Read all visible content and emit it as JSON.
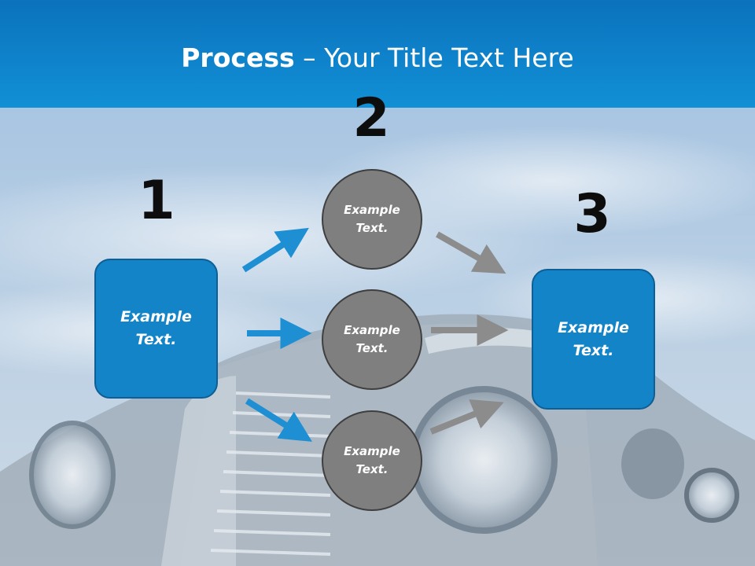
{
  "title": {
    "bold": "Process",
    "separator": " – ",
    "rest": "Your Title Text Here"
  },
  "steps": [
    {
      "number": "1",
      "label": "Example\nText."
    },
    {
      "number": "2",
      "label": ""
    },
    {
      "number": "3",
      "label": "Example\nText."
    }
  ],
  "circles": [
    {
      "label": "Example\nText."
    },
    {
      "label": "Example\nText."
    },
    {
      "label": "Example\nText."
    }
  ],
  "colors": {
    "header": "#1190d6",
    "box_fill": "#1384c8",
    "box_border": "#0d5f95",
    "circle_fill": "#7f7f7f",
    "blue_arrow": "#1f8fd3",
    "gray_arrow": "#8c8c8c"
  },
  "background": "vintage-car-sky-photo"
}
